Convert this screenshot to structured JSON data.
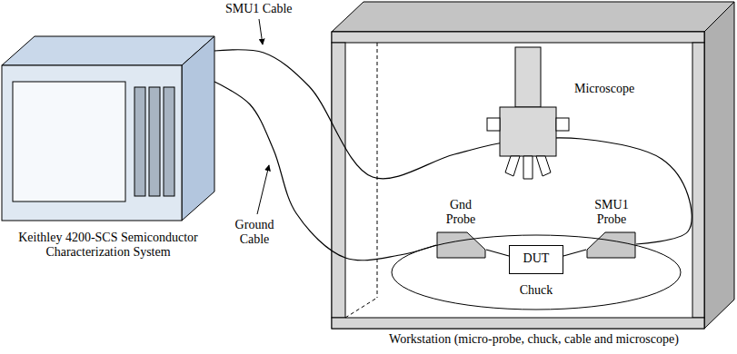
{
  "diagram": {
    "nodes": [
      {
        "text": [
          "Keithley 4200-SCS Semiconductor Characterization System"
        ]
      },
      {
        "text": [
          "Workstation (micro-probe, chuck, cable and microscope)"
        ]
      },
      {
        "text": [
          "Microscope"
        ],
        "in": 1
      },
      {
        "text": [
          "Gnd Probe"
        ],
        "in": 1
      },
      {
        "text": [
          "SMU1 Probe"
        ],
        "in": 1
      },
      {
        "text": [
          "Chuck"
        ],
        "in": 1
      },
      {
        "text": [
          "DUT"
        ],
        "in": 5
      }
    ],
    "edges": [
      {
        "from": 0,
        "to": 4,
        "arrow": "none"
      },
      {
        "from": 0,
        "to": 3,
        "arrow": "none"
      },
      {
        "from": 3,
        "to": 6,
        "arrow": "none"
      },
      {
        "from": 4,
        "to": 6,
        "arrow": "none"
      }
    ],
    "labels": [
      "SMU1 Cable",
      "Ground Cable"
    ]
  }
}
